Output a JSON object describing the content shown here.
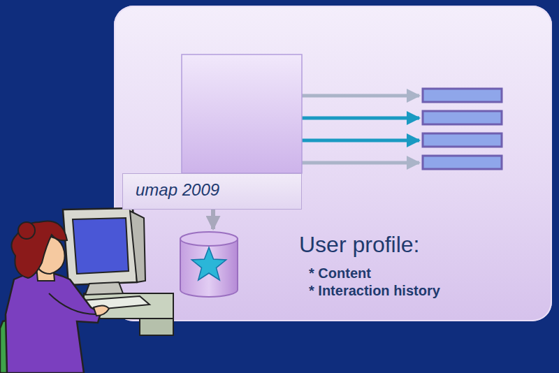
{
  "diagram": {
    "nodes": [
      {
        "text": [
          "User profile:",
          "* Content",
          "* Interaction history"
        ]
      },
      {
        "text": [
          "umap 2009"
        ],
        "in": 0
      }
    ]
  }
}
